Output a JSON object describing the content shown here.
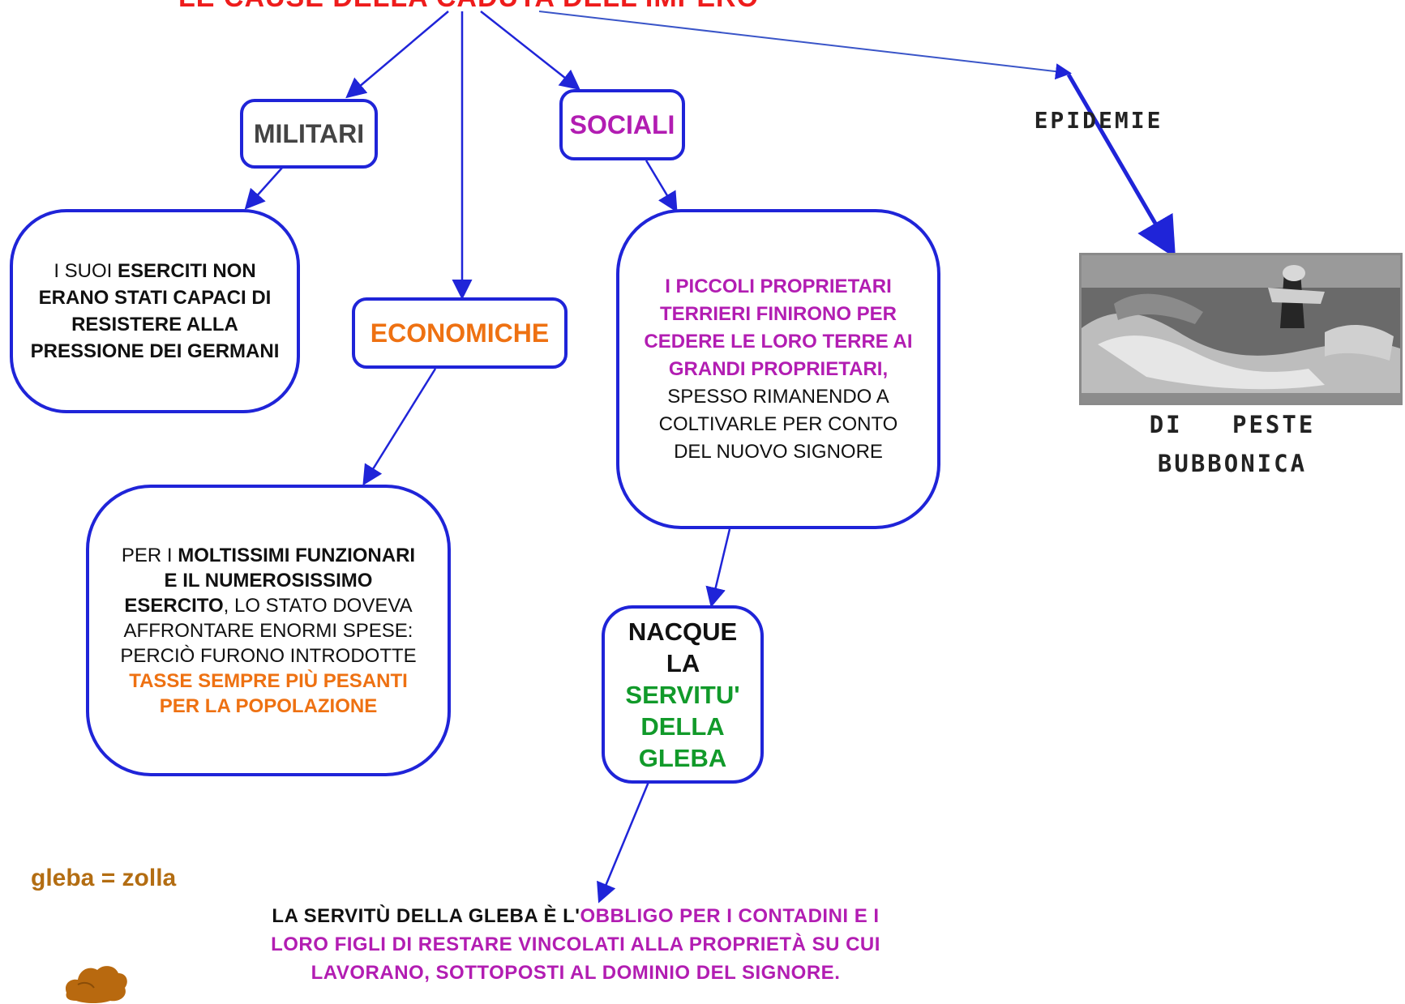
{
  "title": "LE CAUSE DELLA CADUTA DELL'IMPERO",
  "nodes": {
    "militari": {
      "label": "MILITARI",
      "color": "#444444"
    },
    "economiche": {
      "label": "ECONOMICHE",
      "color": "#ee7112"
    },
    "sociali": {
      "label": "SOCIALI",
      "color": "#b21db2"
    },
    "epidemie": {
      "label": "EPIDEMIE"
    }
  },
  "militari_detail": {
    "a": "I SUOI",
    "b": "ESERCITI NON ERANO STATI CAPACI DI RESISTERE ALLA PRESSIONE DEI GERMANI"
  },
  "economiche_detail": {
    "a": "PER I",
    "b": "MOLTISSIMI FUNZIONARI E IL NUMEROSISSIMO ESERCITO",
    "c": ", LO STATO DOVEVA AFFRONTARE ENORMI SPESE: PERCIÒ FURONO INTRODOTTE",
    "d": "TASSE SEMPRE PIÙ PESANTI PER LA POPOLAZIONE"
  },
  "sociali_detail": {
    "a": "I PICCOLI PROPRIETARI TERRIERI FINIRONO PER CEDERE LE LORO TERRE AI GRANDI PROPRIETARI,",
    "b": "SPESSO RIMANENDO A COLTIVARLE PER CONTO DEL NUOVO SIGNORE"
  },
  "servitu": {
    "a": "NACQUE LA",
    "b": "SERVITU' DELLA GLEBA"
  },
  "definition": {
    "a": "LA SERVITÙ DELLA GLEBA È L'",
    "b": "OBBLIGO PER I CONTADINI E I LORO FIGLI DI RESTARE VINCOLATI ALLA PROPRIETÀ SU CUI LAVORANO, SOTTOPOSTI AL DOMINIO DEL SIGNORE."
  },
  "epidemie_detail": {
    "line1": "DI   PESTE",
    "line2": "BUBBONICA"
  },
  "gleba_note": "gleba = zolla",
  "colors": {
    "arrow": "#1f24d8",
    "title": "#ee1c1c",
    "magenta": "#b21db2",
    "orange": "#ee7112",
    "green": "#119a2a",
    "brown": "#b36d12"
  },
  "icons": [
    "plague-painting",
    "clod-of-earth-icon"
  ]
}
